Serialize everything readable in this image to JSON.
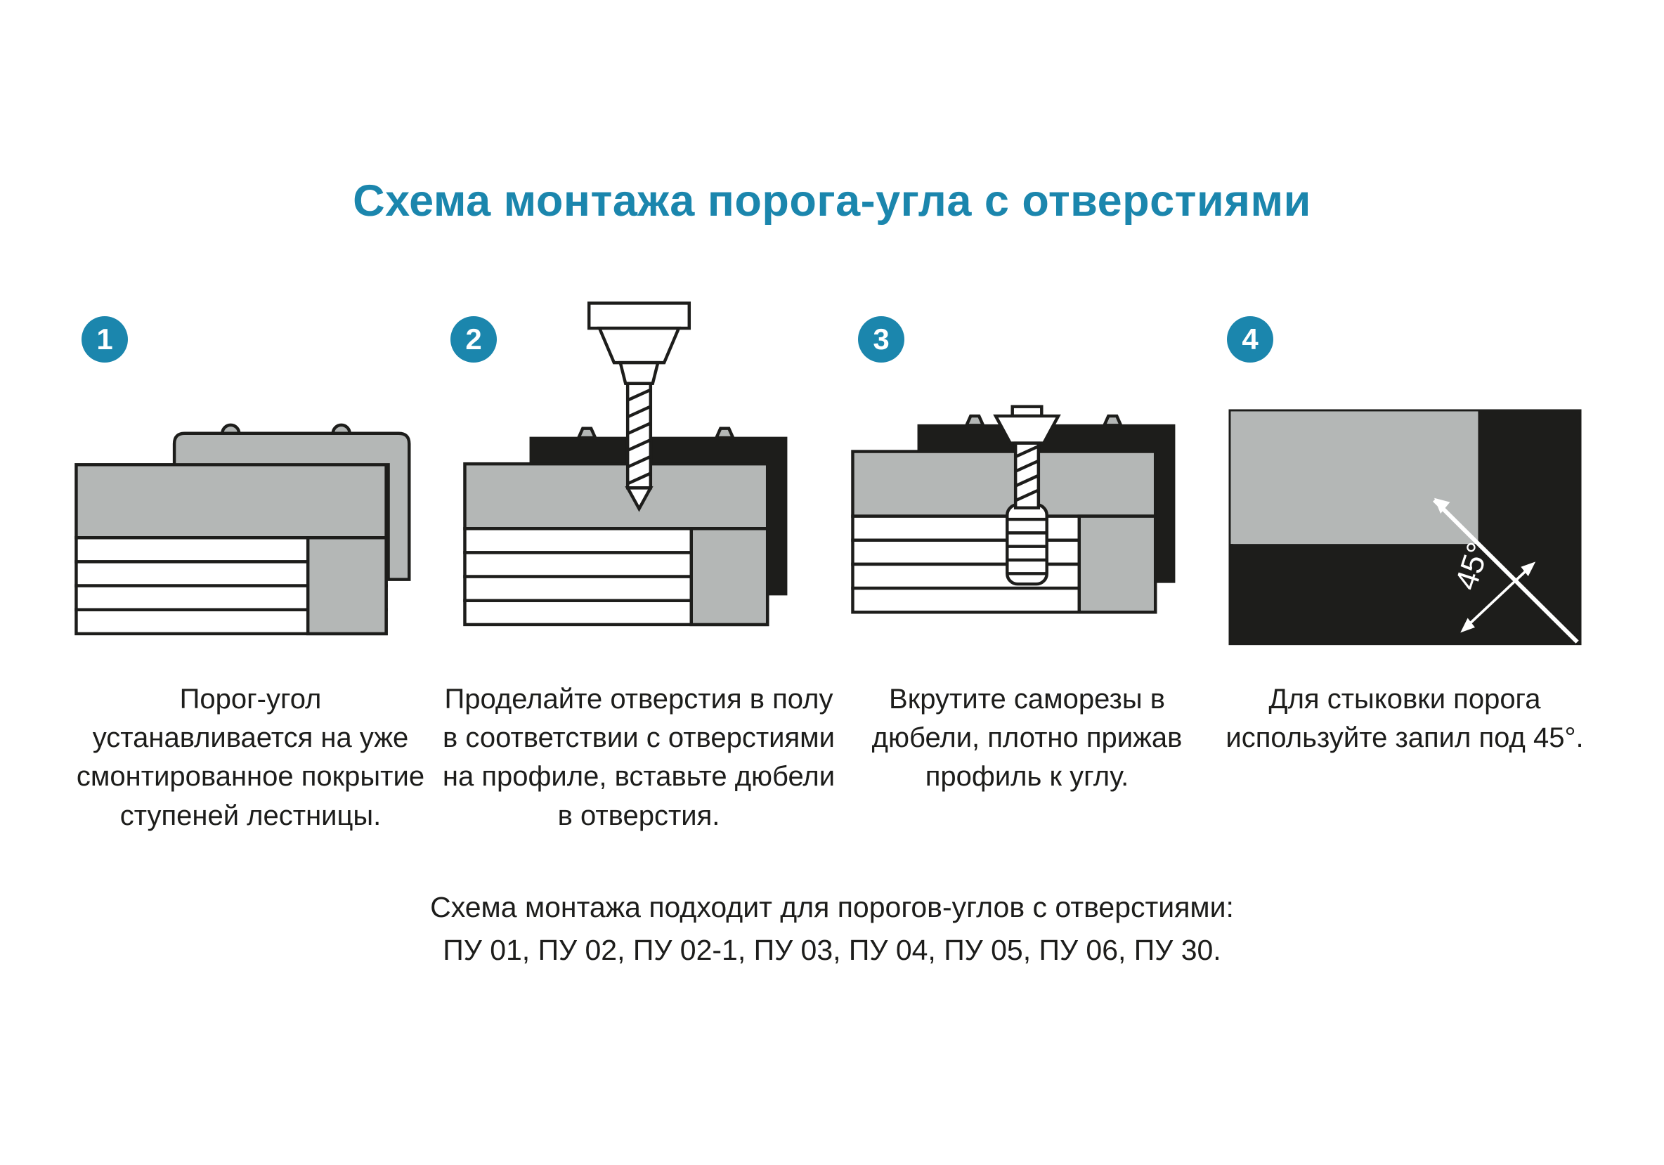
{
  "colors": {
    "accent": "#1b86ad",
    "dark": "#1d1d1b",
    "gray": "#b4b7b6"
  },
  "title": "Схема монтажа порога-угла с отверстиями",
  "steps": [
    {
      "number": "1",
      "caption": "Порог-угол устанавливается на уже смонтированное покрытие ступеней лестницы."
    },
    {
      "number": "2",
      "caption": "Проделайте отверстия в полу в соответствии с отверстиями на профиле, вставьте дюбели в отверстия."
    },
    {
      "number": "3",
      "caption": "Вкрутите саморезы в дюбели, плотно прижав профиль к углу."
    },
    {
      "number": "4",
      "caption": "Для стыковки порога используйте запил под 45°.",
      "angle_label": "45°"
    }
  ],
  "footer": {
    "line1": "Схема монтажа подходит для порогов-углов с отверстиями:",
    "line2": "ПУ 01, ПУ 02, ПУ 02-1, ПУ 03, ПУ 04, ПУ 05, ПУ 06, ПУ 30."
  }
}
